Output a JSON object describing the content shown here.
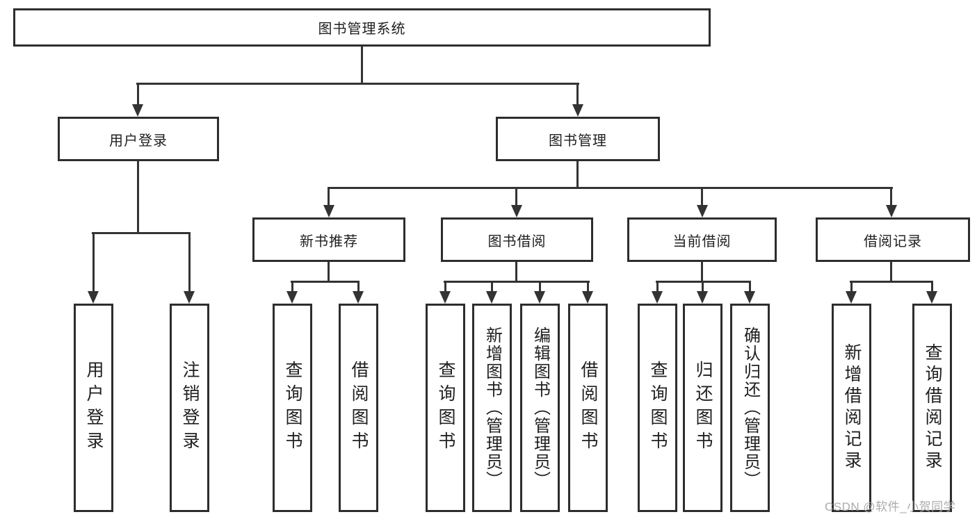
{
  "tree": {
    "label": "图书管理系统",
    "children": [
      {
        "label": "用户登录",
        "children": [
          {
            "label": "用户登录"
          },
          {
            "label": "注销登录"
          }
        ]
      },
      {
        "label": "图书管理",
        "children": [
          {
            "label": "新书推荐",
            "children": [
              {
                "label": "查询图书"
              },
              {
                "label": "借阅图书"
              }
            ]
          },
          {
            "label": "图书借阅",
            "children": [
              {
                "label": "查询图书"
              },
              {
                "label": "新增图书（管理员）"
              },
              {
                "label": "编辑图书（管理员）"
              },
              {
                "label": "借阅图书"
              }
            ]
          },
          {
            "label": "当前借阅",
            "children": [
              {
                "label": "查询图书"
              },
              {
                "label": "归还图书"
              },
              {
                "label": "确认归还（管理员）"
              }
            ]
          },
          {
            "label": "借阅记录",
            "children": [
              {
                "label": "新增借阅记录"
              },
              {
                "label": "查询借阅记录"
              }
            ]
          }
        ]
      }
    ]
  },
  "watermark": {
    "text": "CSDN @软件_小贺同学",
    "color": "#ababab"
  },
  "colors": {
    "line": "#333333",
    "box_border": "#2d2d2d",
    "text": "#1f1f1f",
    "watermark": "#ababab",
    "background": "#ffffff"
  }
}
